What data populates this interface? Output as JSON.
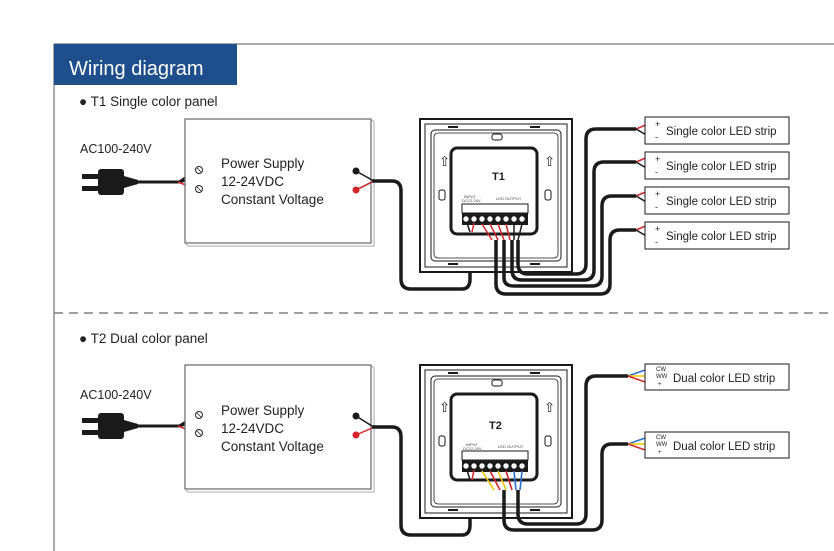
{
  "header": {
    "title": "Wiring diagram"
  },
  "sections": [
    {
      "heading": "● T1  Single color panel",
      "ac_label": "AC100-240V",
      "power_supply": [
        "Power Supply",
        "12-24VDC",
        "Constant Voltage"
      ],
      "panel_label": "T1",
      "panel_small": [
        "INPUT",
        "DC12-24V",
        "LED OUTPUT"
      ],
      "strips": [
        "Single color LED strip",
        "Single color LED strip",
        "Single color LED strip",
        "Single color LED strip"
      ],
      "strip_polarity": [
        "+",
        "-"
      ]
    },
    {
      "heading": "● T2  Dual color panel",
      "ac_label": "AC100-240V",
      "power_supply": [
        "Power Supply",
        "12-24VDC",
        "Constant Voltage"
      ],
      "panel_label": "T2",
      "panel_small": [
        "INPUT",
        "DC12-24V",
        "LED OUTPUT"
      ],
      "strips": [
        "Dual color LED strip",
        "Dual color LED strip"
      ],
      "strip_polarity": [
        "CW",
        "WW",
        "+"
      ]
    }
  ],
  "colors": {
    "title_bg": "#1f4e8c",
    "wire_dark": "#1a1a1a",
    "wire_red": "#d8262c",
    "wire_yellow": "#f2c500",
    "wire_blue": "#2d6fd6",
    "frame": "#555555",
    "box_border": "#666666"
  }
}
